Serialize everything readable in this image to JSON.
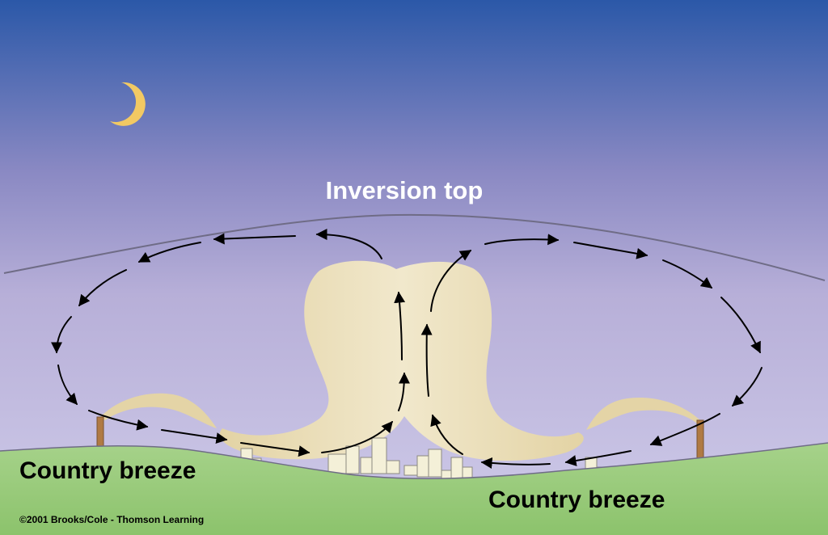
{
  "labels": {
    "inversion_top": "Inversion top",
    "country_breeze_left": "Country breeze",
    "country_breeze_right": "Country breeze",
    "copyright": "©2001 Brooks/Cole - Thomson Learning"
  },
  "colors": {
    "sky_top": "#2d5ba9",
    "sky_mid": "#8f8cc4",
    "sky_bottom": "#c9c6e6",
    "ground": "#9ccc7c",
    "smoke": "#e8dab0",
    "moon": "#f2c963",
    "arrow": "#000000"
  },
  "icons": [
    "moon-icon",
    "smokestack-icon",
    "city-skyline-icon",
    "circulation-arrow-icon"
  ]
}
